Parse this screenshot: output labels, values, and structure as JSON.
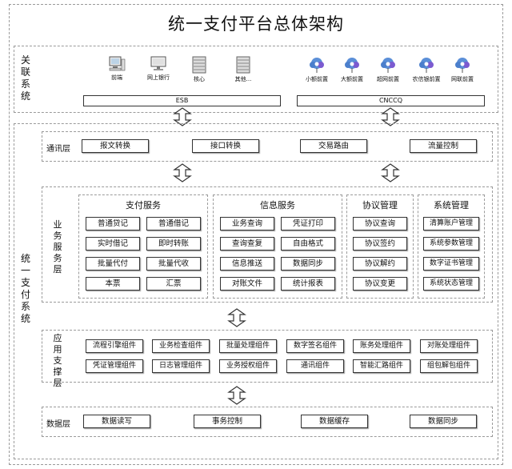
{
  "title": "统一支付平台总体架构",
  "related_systems": {
    "label": "关联系统",
    "left_nodes": [
      {
        "name": "前端",
        "icon": "computer-icon"
      },
      {
        "name": "网上银行",
        "icon": "monitor-icon"
      },
      {
        "name": "核心",
        "icon": "server-icon"
      },
      {
        "name": "其他...",
        "icon": "server-icon"
      }
    ],
    "right_nodes": [
      {
        "name": "小额前置",
        "icon": "cloud-gear-icon"
      },
      {
        "name": "大额前置",
        "icon": "cloud-gear-icon"
      },
      {
        "name": "超网前置",
        "icon": "cloud-gear-icon"
      },
      {
        "name": "农信银前置",
        "icon": "cloud-gear-icon"
      },
      {
        "name": "网联前置",
        "icon": "cloud-gear-icon"
      }
    ],
    "esb": "ESB",
    "cnccq": "CNCCQ"
  },
  "unified_payment_label": "统一支付系统",
  "comm_layer": {
    "label": "通讯层",
    "items": [
      "报文转换",
      "接口转换",
      "交易路由",
      "流量控制"
    ]
  },
  "business_layer": {
    "label": "业务服务层",
    "groups": [
      {
        "title": "支付服务",
        "items": [
          "普通贷记",
          "普通借记",
          "实时借记",
          "即时转账",
          "批量代付",
          "批量代收",
          "本票",
          "汇票"
        ]
      },
      {
        "title": "信息服务",
        "items": [
          "业务查询",
          "凭证打印",
          "查询查复",
          "自由格式",
          "信息推送",
          "数据同步",
          "对账文件",
          "统计报表"
        ]
      },
      {
        "title": "协议管理",
        "items": [
          "协议查询",
          "协议签约",
          "协议解约",
          "协议变更"
        ]
      },
      {
        "title": "系统管理",
        "items": [
          "清算账户管理",
          "系统参数管理",
          "数字证书管理",
          "系统状态管理"
        ]
      }
    ]
  },
  "support_layer": {
    "label": "应用支撑层",
    "row1": [
      "流程引擎组件",
      "业务检查组件",
      "批量处理组件",
      "数字签名组件",
      "账务处理组件",
      "对账处理组件"
    ],
    "row2": [
      "凭证管理组件",
      "日志管理组件",
      "业务授权组件",
      "通讯组件",
      "智能汇路组件",
      "组包解包组件"
    ]
  },
  "data_layer": {
    "label": "数据层",
    "items": [
      "数据读写",
      "事务控制",
      "数据缓存",
      "数据同步"
    ]
  }
}
